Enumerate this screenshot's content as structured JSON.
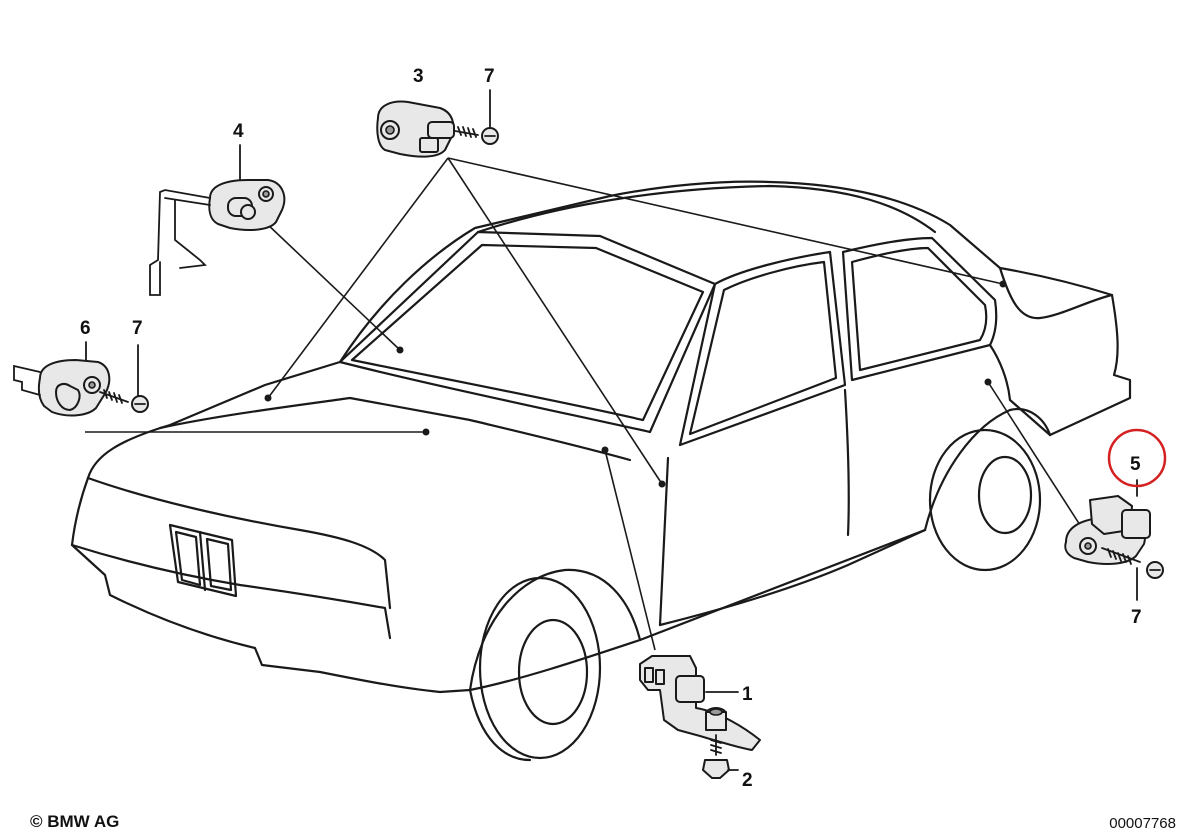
{
  "callouts": {
    "c1": "1",
    "c2": "2",
    "c3": "3",
    "c4": "4",
    "c5": "5",
    "c6": "6",
    "c7a": "7",
    "c7b": "7",
    "c7c": "7"
  },
  "footer": {
    "copyright": "© BMW AG",
    "reference": "00007768"
  },
  "highlight": {
    "callout": "5",
    "color": "#d42020"
  }
}
